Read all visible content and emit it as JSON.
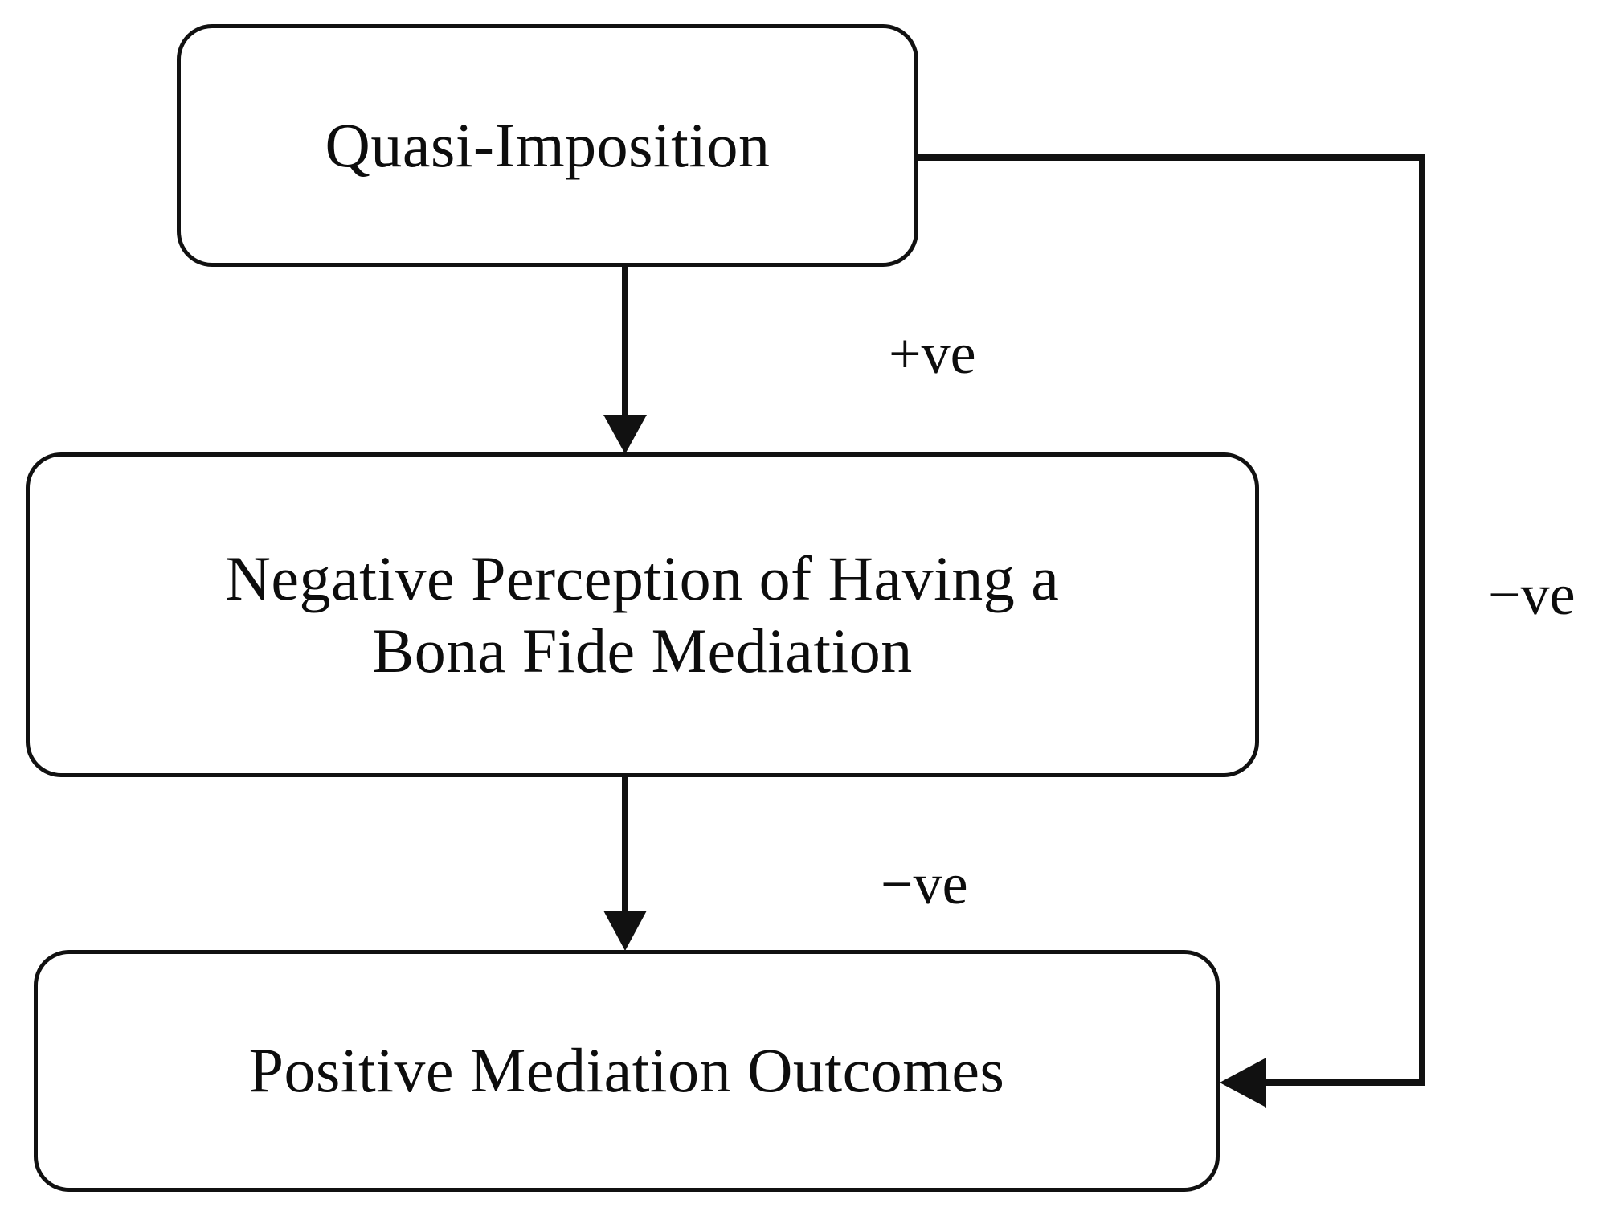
{
  "diagram": {
    "type": "flowchart",
    "title": "Quasi-Imposition mediation outcome model",
    "background_color": "#ffffff",
    "line_color": "#111111",
    "text_color": "#0d0d0d",
    "nodes": [
      {
        "id": "quasi-imposition",
        "label": "Quasi-Imposition",
        "shape": "rounded-rectangle"
      },
      {
        "id": "negative-perception",
        "label": "Negative Perception of Having a\nBona Fide Mediation",
        "shape": "rounded-rectangle"
      },
      {
        "id": "positive-outcomes",
        "label": "Positive Mediation Outcomes",
        "shape": "rounded-rectangle"
      }
    ],
    "edges": [
      {
        "id": "quasi-to-negative",
        "from": "quasi-imposition",
        "to": "negative-perception",
        "label": "+ve",
        "sign": "positive",
        "style": "straight-arrow-down"
      },
      {
        "id": "negative-to-positive",
        "from": "negative-perception",
        "to": "positive-outcomes",
        "label": "−ve",
        "sign": "negative",
        "style": "straight-arrow-down"
      },
      {
        "id": "quasi-to-positive-feedback",
        "from": "quasi-imposition",
        "to": "positive-outcomes",
        "label": "−ve",
        "sign": "negative",
        "style": "orthogonal-arrow-right-down-left"
      }
    ],
    "edge_labels": {
      "plus_ve": "+ve",
      "minus_ve_mid": "−ve",
      "minus_ve_feedback": "−ve"
    }
  }
}
